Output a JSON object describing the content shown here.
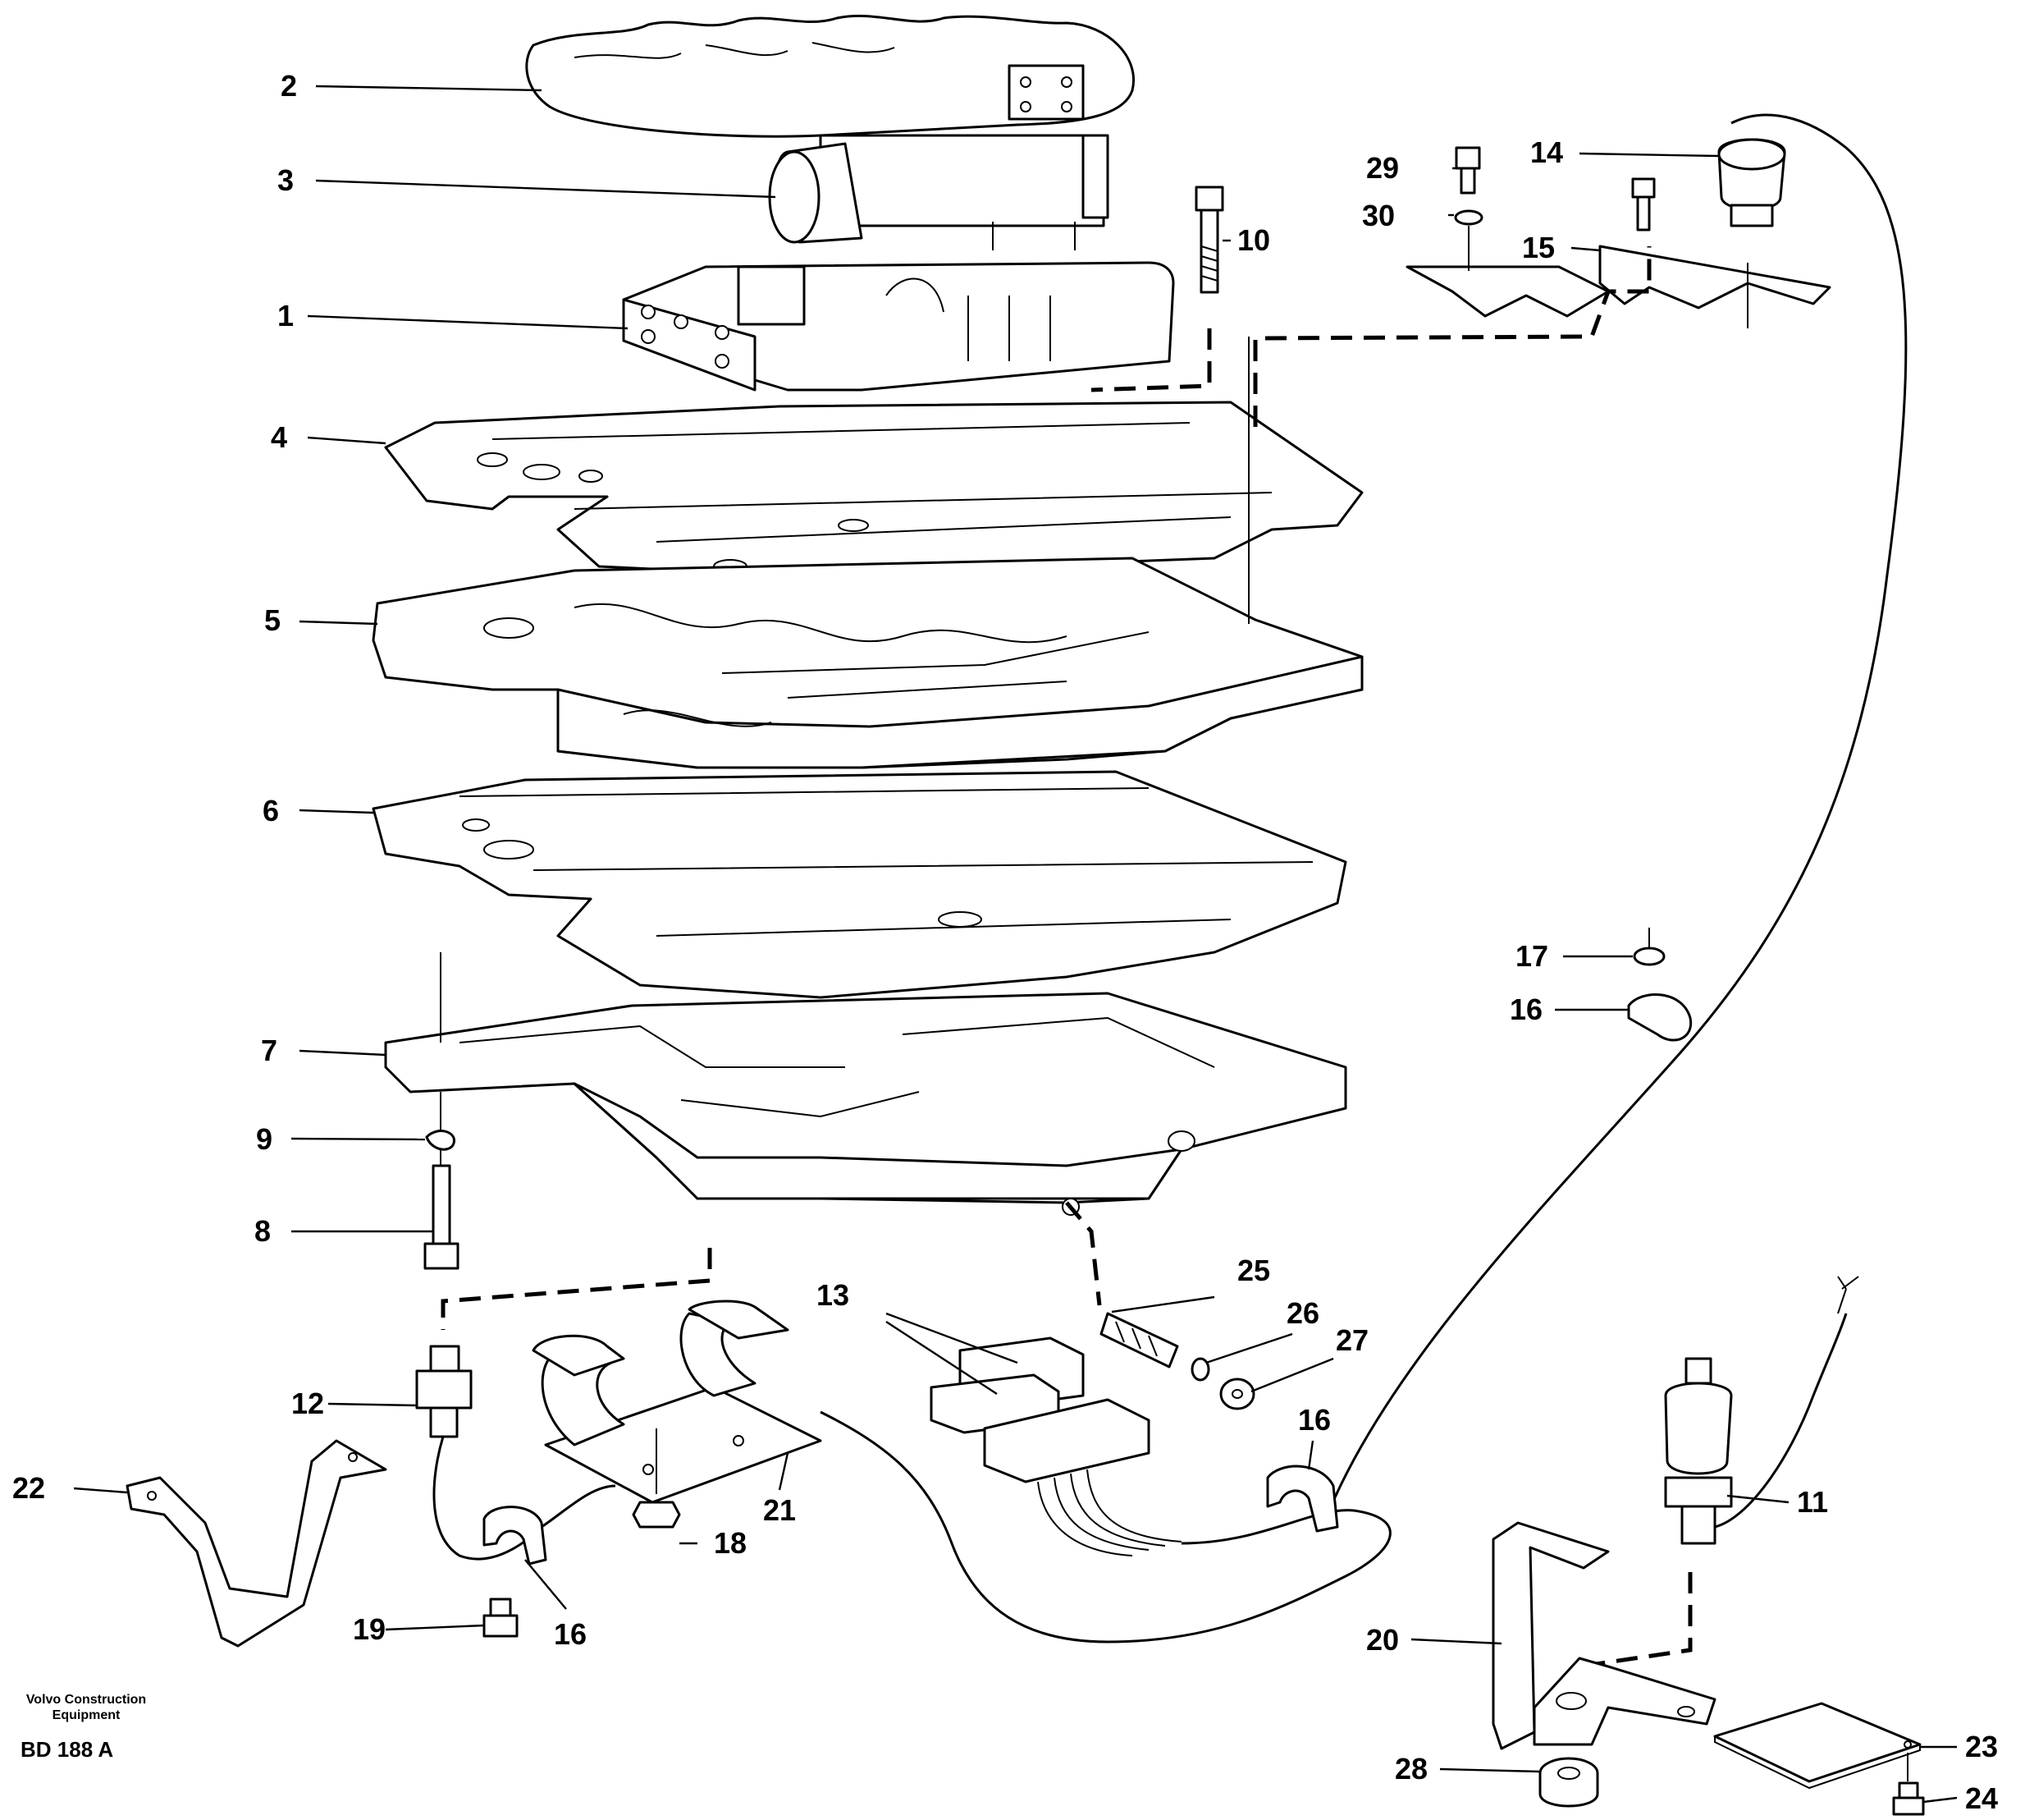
{
  "diagram": {
    "callouts": [
      "1",
      "2",
      "3",
      "4",
      "5",
      "6",
      "7",
      "8",
      "9",
      "10",
      "11",
      "12",
      "13",
      "14",
      "15",
      "16",
      "17",
      "18",
      "19",
      "20",
      "21",
      "22",
      "23",
      "24",
      "25",
      "26",
      "27",
      "28",
      "29",
      "30"
    ],
    "caption": {
      "company_line1": "Volvo Construction",
      "company_line2": "Equipment",
      "drawing_code": "BD 188 A"
    }
  }
}
